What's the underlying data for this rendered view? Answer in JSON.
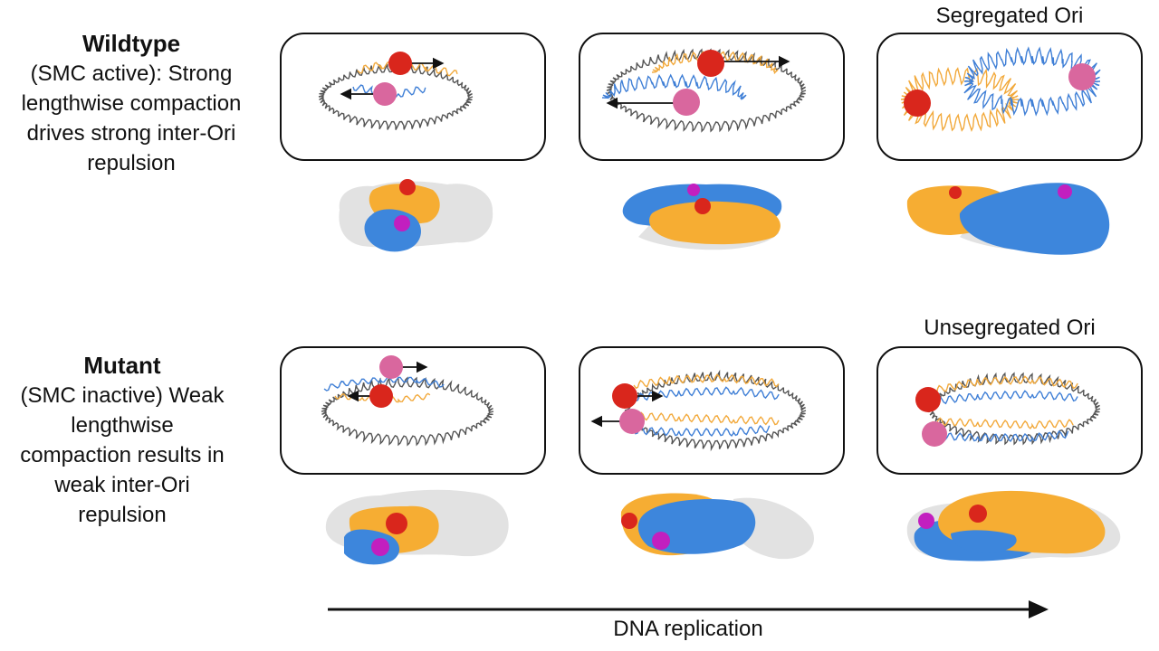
{
  "rows": [
    {
      "title": "Wildtype",
      "description": "(SMC active): Strong lengthwise compaction drives strong inter-Ori repulsion"
    },
    {
      "title": "Mutant",
      "description": "(SMC inactive) Weak lengthwise compaction results in weak inter-Ori repulsion"
    }
  ],
  "captions": {
    "segregated": "Segregated Ori",
    "unsegregated": "Unsegregated Ori"
  },
  "axis": {
    "label": "DNA replication"
  },
  "colors": {
    "orange_strand": "#f2a93b",
    "blue_strand": "#3f7fd6",
    "grey_strand": "#555555",
    "red_ori": "#d9261c",
    "pink_ori": "#d9679e",
    "magenta_ori": "#c21fbf",
    "blob_grey": "#e2e2e2",
    "blob_orange": "#f6ad33",
    "blob_blue": "#3d86dc",
    "arrow": "#111111"
  }
}
